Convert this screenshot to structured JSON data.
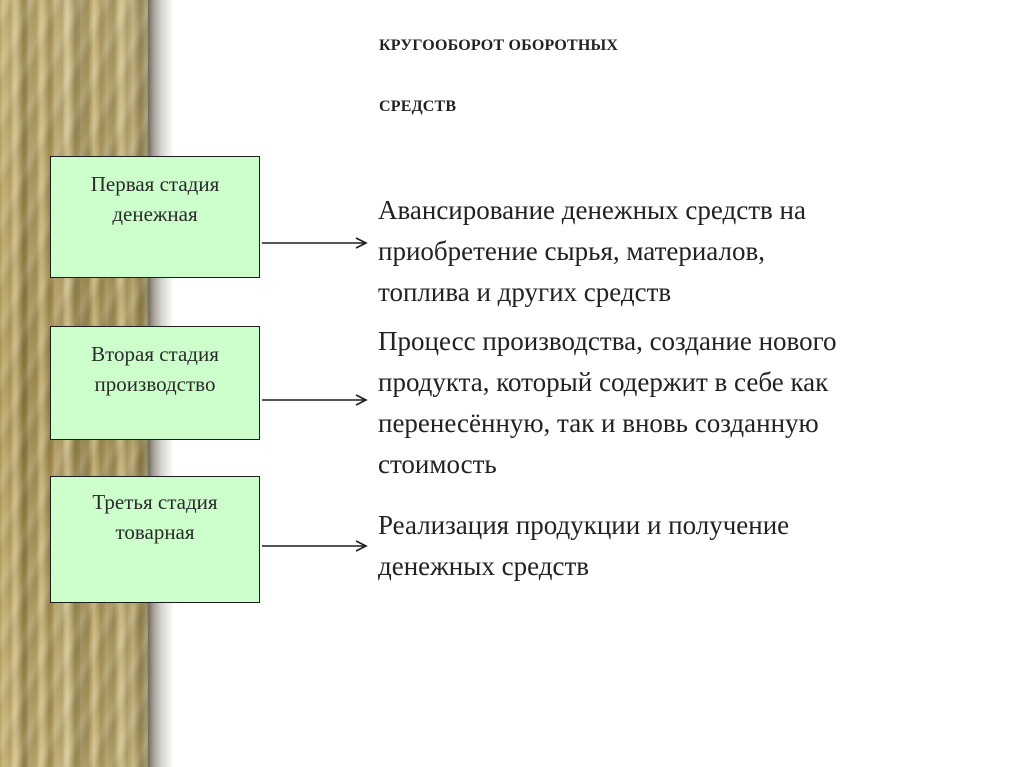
{
  "title": {
    "line1": "КРУГООБОРОТ ОБОРОТНЫХ",
    "line2": "СРЕДСТВ"
  },
  "stages": [
    {
      "line1": "Первая стадия",
      "line2": "денежная"
    },
    {
      "line1": "Вторая стадия",
      "line2": "производство"
    },
    {
      "line1": "Третья стадия",
      "line2": "товарная"
    }
  ],
  "descriptions": [
    {
      "lines": [
        "Авансирование денежных средств на",
        "приобретение сырья, материалов,",
        "топлива и других средств"
      ]
    },
    {
      "lines": [
        "Процесс производства, создание нового",
        "продукта, который содержит в себе как",
        "перенесённую, так и вновь созданную",
        "стоимость"
      ]
    },
    {
      "lines": [
        "Реализация продукции и получение",
        "денежных средств"
      ]
    }
  ],
  "colors": {
    "stage_fill": "#ccffcc",
    "border": "#1e1e1e",
    "band_gold": "#b8a058"
  }
}
